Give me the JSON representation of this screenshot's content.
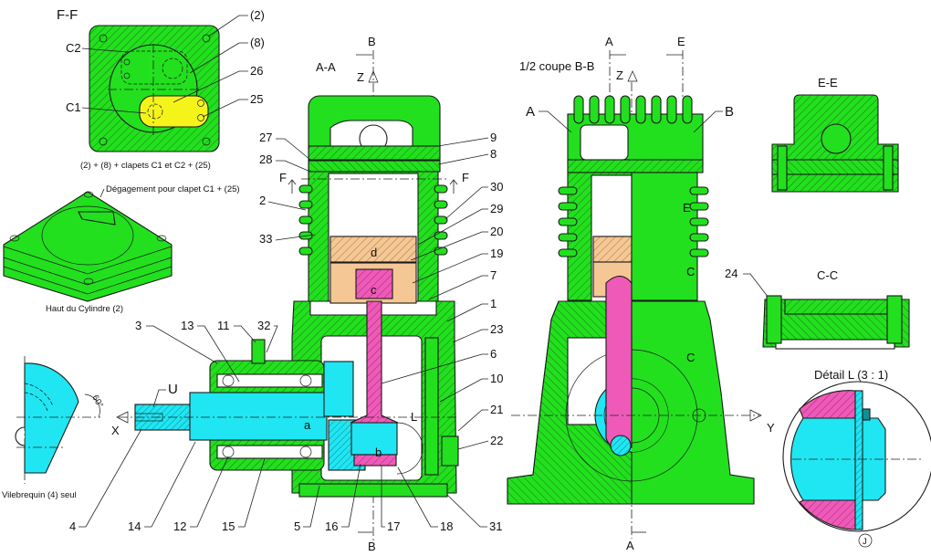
{
  "title": "Compresseur d'air mono-cylindre — dessin d'ensemble",
  "colors": {
    "body_green": "#22e01e",
    "shaft_cyan": "#1fe6f2",
    "rod_pink": "#ef5ab8",
    "piston_tan": "#f5c794",
    "valve_yellow": "#f4f41a",
    "line": "#1a1a1a"
  },
  "views": {
    "ff": {
      "title": "F-F",
      "caption": "(2) + (8) + clapets C1 et C2 + (25)",
      "labels": [
        "C2",
        "C1",
        "(2)",
        "(8)",
        "26",
        "25"
      ]
    },
    "iso": {
      "note": "Dégagement pour clapet C1 + (25)",
      "caption": "Haut du Cylindre (2)"
    },
    "crank": {
      "caption": "Vilebrequin (4) seul",
      "angle": "60°"
    },
    "aa": {
      "title": "A-A",
      "section_mark_top": "B",
      "section_mark_bottom": "B",
      "axis_z": "Z",
      "axis_x": "X",
      "axis_u": "U",
      "detail_mark": "L",
      "section_f_left": "F",
      "section_f_right": "F",
      "part_letters": [
        "a",
        "b",
        "c",
        "d"
      ],
      "left_labels": [
        "27",
        "28",
        "2",
        "33"
      ],
      "right_labels": [
        "9",
        "8",
        "30",
        "29",
        "20",
        "19",
        "7",
        "1",
        "23",
        "6",
        "10",
        "21",
        "22"
      ],
      "top_labels": [
        "3",
        "13",
        "11",
        "32"
      ],
      "bottom_labels": [
        "4",
        "14",
        "12",
        "15",
        "5",
        "16",
        "17",
        "18",
        "31"
      ]
    },
    "bb": {
      "title": "1/2 coupe B-B",
      "mark_a_top": "A",
      "mark_a_bottom": "A",
      "mark_e": "E",
      "mark_e_side": "E",
      "mark_c_top": "C",
      "mark_c_bottom": "C",
      "axis_z": "Z",
      "axis_y": "Y",
      "detail_a": "A",
      "detail_b": "B"
    },
    "ee": {
      "title": "E-E"
    },
    "cc": {
      "title": "C-C",
      "label": "24"
    },
    "detail_l": {
      "title": "Détail L (3 : 1)",
      "mark": "J"
    }
  }
}
